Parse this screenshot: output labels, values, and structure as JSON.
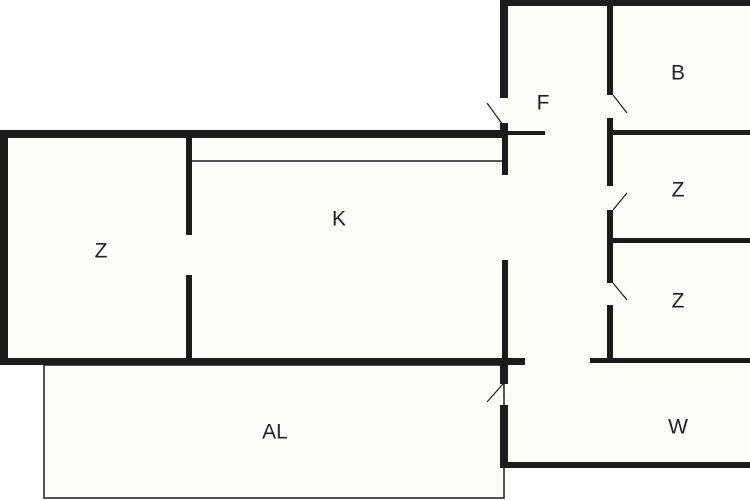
{
  "title": "Floor plan",
  "rooms": {
    "f": "F",
    "b": "B",
    "z_right_upper": "Z",
    "z_right_lower": "Z",
    "k": "K",
    "z_left": "Z",
    "al": "AL",
    "w": "W"
  },
  "colors": {
    "wall": "#1c1c1c",
    "floor": "#fdfdf8"
  }
}
